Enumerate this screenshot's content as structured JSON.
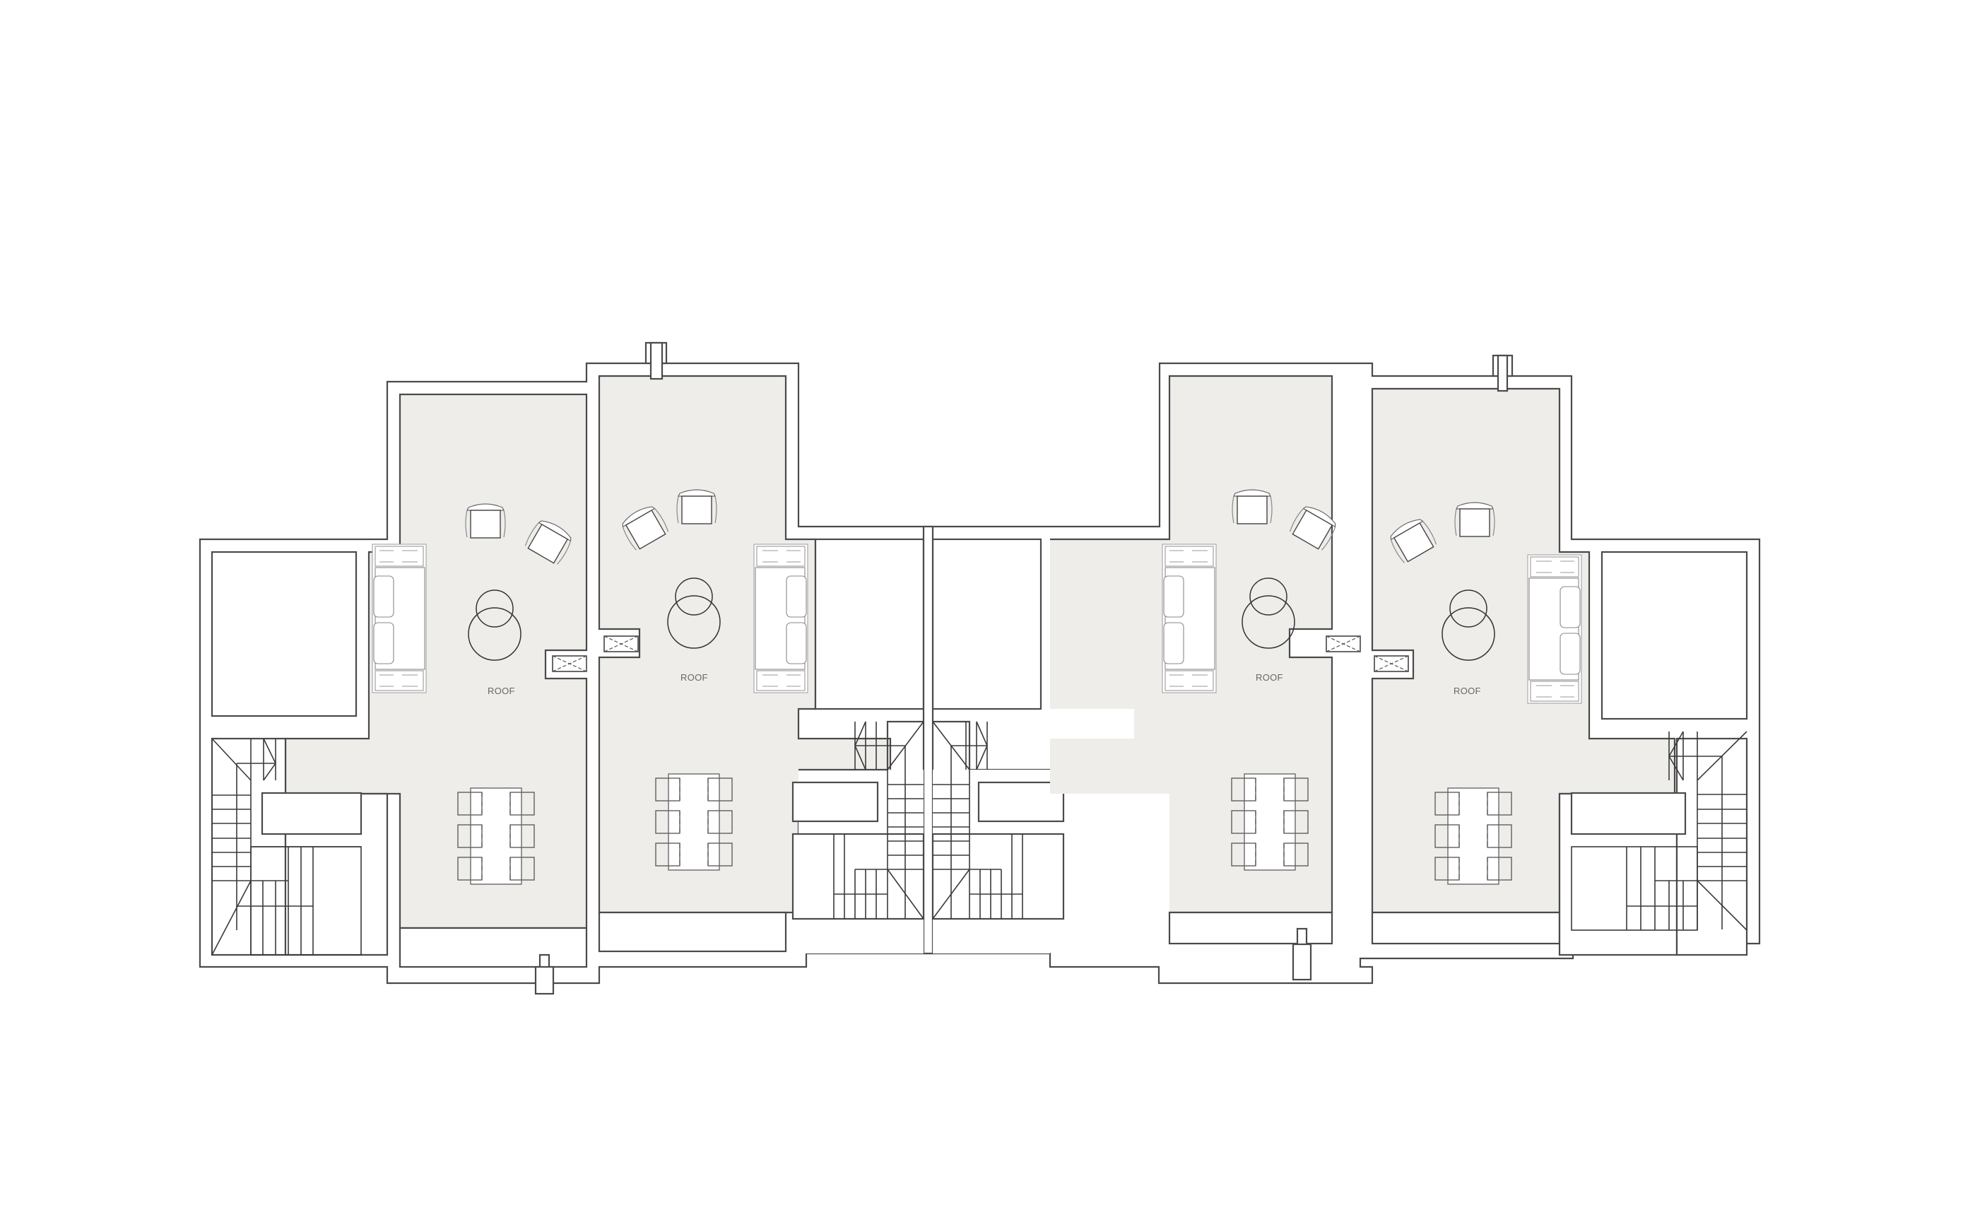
{
  "drawing": {
    "type": "roof plan",
    "units": [
      {
        "id": 1,
        "label": "ROOF"
      },
      {
        "id": 2,
        "label": "ROOF"
      },
      {
        "id": 3,
        "label": "ROOF"
      },
      {
        "id": 4,
        "label": "ROOF"
      }
    ],
    "colors": {
      "background": "#ffffff",
      "roof_fill": "#efedea",
      "line": "#4a4a4a"
    },
    "furniture_per_unit": [
      "lounge-chair",
      "lounge-chair",
      "sofa",
      "round-table-pair",
      "dining-table-6-seats",
      "roof-vent"
    ]
  }
}
